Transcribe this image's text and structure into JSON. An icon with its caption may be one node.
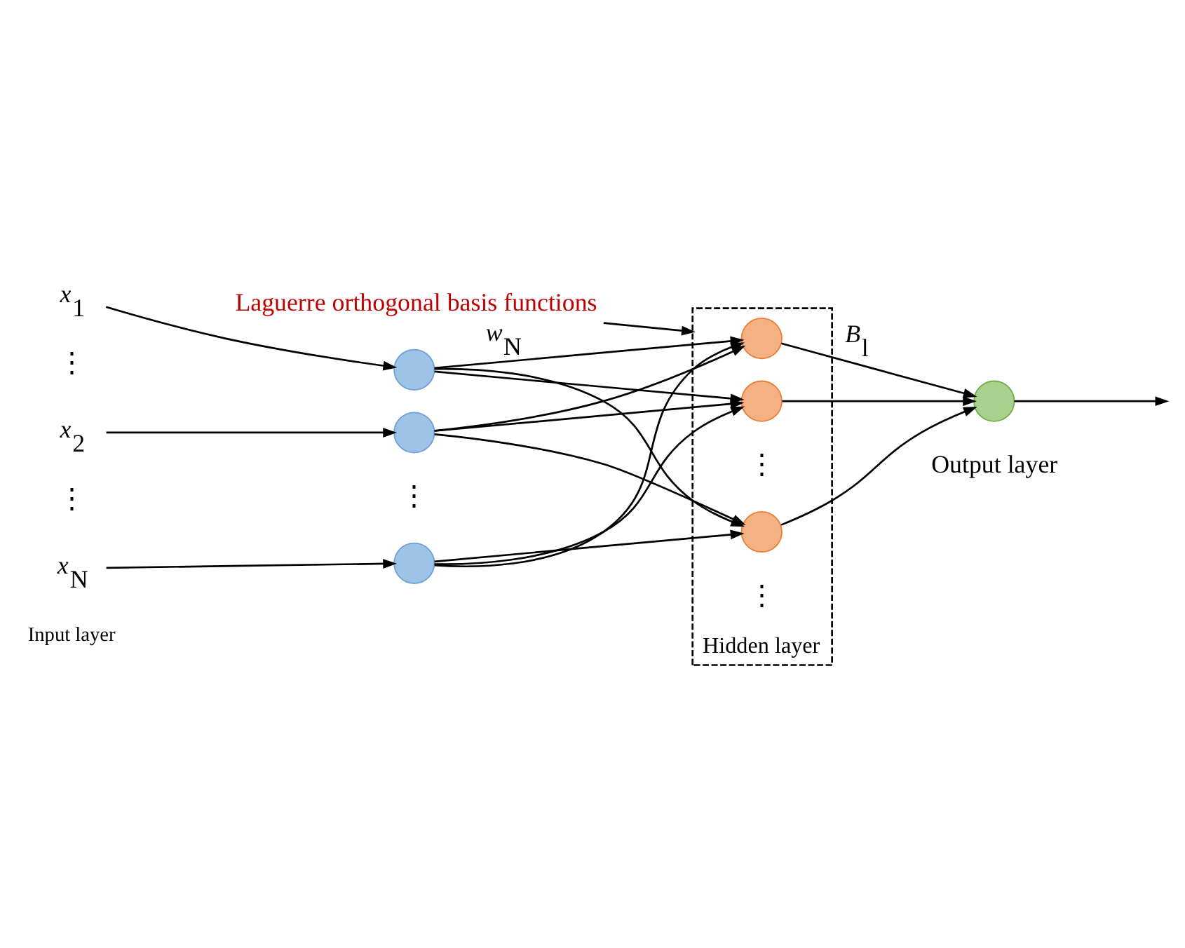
{
  "diagram": {
    "nodes": [
      {
        "text": [
          "*x*$_{1}$"
        ]
      },
      {
        "text": [
          "*x*$_{2}$"
        ]
      },
      {
        "text": [
          "*x*$_{N}$"
        ]
      },
      {
        "text": [],
        "shape": "circle"
      },
      {
        "text": [],
        "shape": "circle"
      },
      {
        "text": [],
        "shape": "circle"
      },
      {
        "text": [
          "Hidden layer"
        ]
      },
      {
        "text": [],
        "shape": "circle",
        "in": 6
      },
      {
        "text": [],
        "shape": "circle",
        "in": 6
      },
      {
        "text": [],
        "shape": "circle",
        "in": 6
      },
      {
        "text": [],
        "shape": "circle",
        "beside": [
          "Output layer"
        ]
      },
      {
        "text": [
          "Laguerre orthogonal basis functions"
        ]
      }
    ],
    "edges": [
      {
        "from": 0,
        "to": 3,
        "arrow": "to"
      },
      {
        "from": 1,
        "to": 4,
        "arrow": "to"
      },
      {
        "from": 2,
        "to": 5,
        "arrow": "to"
      },
      {
        "from": 3,
        "to": 7,
        "arrow": "to",
        "label": "*w*$_{N}$"
      },
      {
        "from": 3,
        "to": 8,
        "arrow": "to"
      },
      {
        "from": 3,
        "to": 9,
        "arrow": "to"
      },
      {
        "from": 4,
        "to": 7,
        "arrow": "to"
      },
      {
        "from": 4,
        "to": 8,
        "arrow": "to"
      },
      {
        "from": 4,
        "to": 9,
        "arrow": "to"
      },
      {
        "from": 5,
        "to": 7,
        "arrow": "to"
      },
      {
        "from": 5,
        "to": 8,
        "arrow": "to"
      },
      {
        "from": 5,
        "to": 9,
        "arrow": "to"
      },
      {
        "from": 7,
        "to": 10,
        "arrow": "to",
        "label": "*B*$_{l}$"
      },
      {
        "from": 8,
        "to": 10,
        "arrow": "to"
      },
      {
        "from": 9,
        "to": 10,
        "arrow": "to"
      },
      {
        "from": 11,
        "to": 6,
        "arrow": "to"
      },
      {
        "from": 10,
        "to": null,
        "arrow": "to"
      }
    ],
    "labels": [
      "⋮",
      "⋮",
      "⋮",
      "⋮",
      "⋮",
      "Input layer"
    ]
  }
}
